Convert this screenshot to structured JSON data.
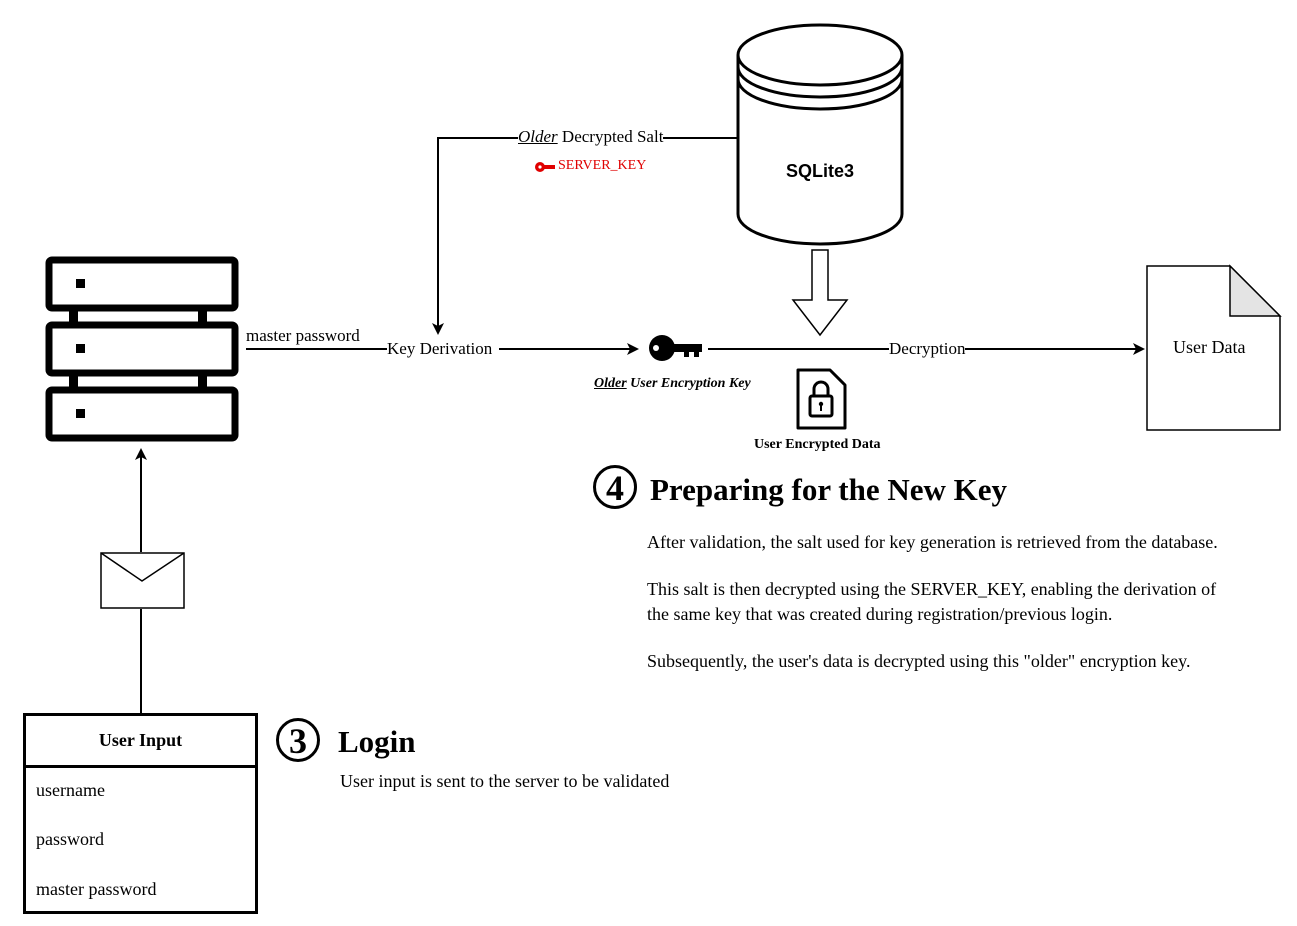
{
  "diagram": {
    "labels": {
      "master_password": "master password",
      "key_derivation": "Key Derivation",
      "older_word": "Older",
      "decrypted_salt": " Decrypted Salt",
      "server_key": "SERVER_KEY",
      "database": "SQLite3",
      "older_key_prefix": "Older",
      "user_encryption_key": " User Encryption Key",
      "user_encrypted_data": "User Encrypted Data",
      "decryption": "Decryption",
      "user_data": "User Data"
    },
    "colors": {
      "server_key": "#e00000"
    }
  },
  "step3": {
    "number": "3",
    "title": "Login",
    "description": "User input is sent to the server to be validated"
  },
  "step4": {
    "number": "4",
    "title": "Preparing for the New Key",
    "paragraphs": [
      "After validation, the salt used for key generation is retrieved from the database.",
      "This salt is then decrypted using the SERVER_KEY, enabling the derivation of",
      "the same key that was created during registration/previous login.",
      "Subsequently, the user's data is decrypted using this \"older\" encryption key."
    ]
  },
  "user_input": {
    "title": "User Input",
    "fields": [
      "username",
      "password",
      "master password"
    ]
  },
  "icons": [
    "server-icon",
    "envelope-icon",
    "database-icon",
    "key-icon",
    "lock-file-icon",
    "document-icon"
  ]
}
